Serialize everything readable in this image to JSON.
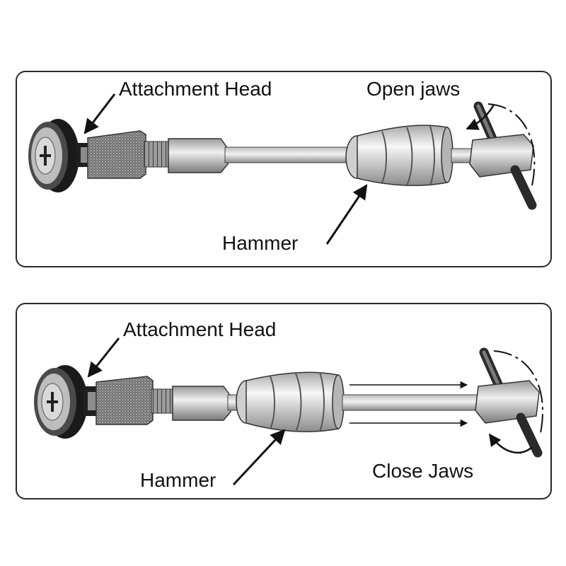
{
  "top": {
    "attachment_head_label": "Attachment Head",
    "open_jaws_label": "Open jaws",
    "hammer_label": "Hammer"
  },
  "bottom": {
    "attachment_head_label": "Attachment Head",
    "hammer_label": "Hammer",
    "close_jaws_label": "Close Jaws"
  }
}
